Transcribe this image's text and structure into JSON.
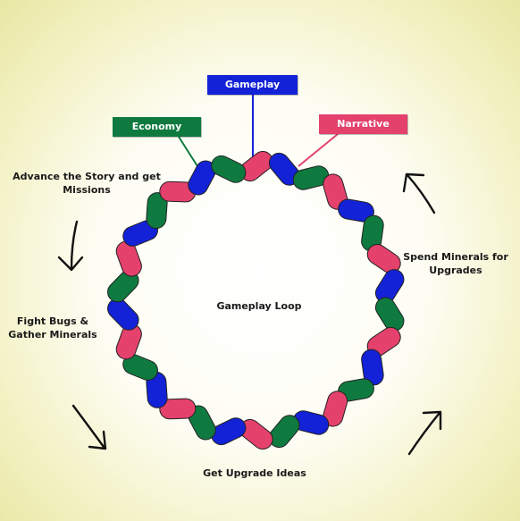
{
  "labels": {
    "economy": {
      "text": "Economy",
      "color": "#0f7a3f"
    },
    "gameplay": {
      "text": "Gameplay",
      "color": "#1322d6"
    },
    "narrative": {
      "text": "Narrative",
      "color": "#e4416d"
    }
  },
  "center_title": "Gameplay Loop",
  "steps": {
    "advance_story": "Advance the Story and get Missions",
    "fight_bugs": "Fight Bugs & Gather Minerals",
    "get_upgrade_ideas": "Get Upgrade Ideas",
    "spend_minerals": "Spend Minerals for Upgrades"
  },
  "braid_colors": [
    "#e4416d",
    "#1322d6",
    "#0f7a3f"
  ],
  "arrow_icons": [
    "arrow-down-icon",
    "arrow-down-right-icon",
    "arrow-up-right-icon",
    "arrow-up-left-icon"
  ]
}
